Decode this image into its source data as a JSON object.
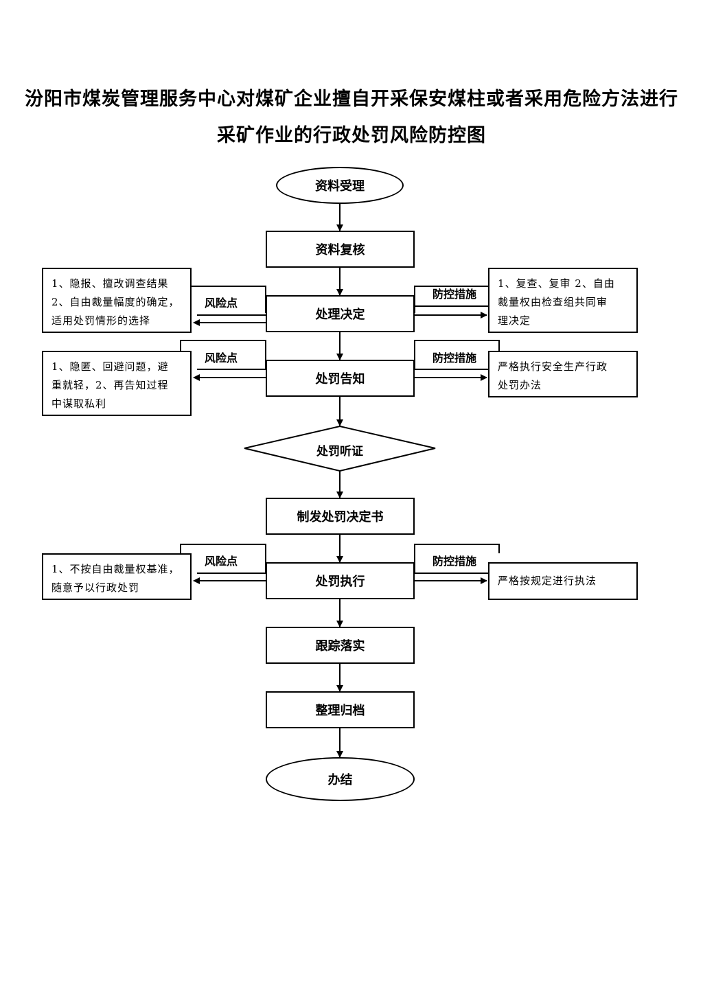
{
  "title": {
    "line1": "汾阳市煤炭管理服务中心对煤矿企业擅自开采保安煤柱或者采用危险方法进行",
    "line2": "采矿作业的行政处罚风险防控图"
  },
  "flow": {
    "start": "资料受理",
    "review": "资料复核",
    "decision": "处理决定",
    "notice": "处罚告知",
    "hearing": "处罚听证",
    "issue": "制发处罚决定书",
    "execute": "处罚执行",
    "track": "跟踪落实",
    "archive": "整理归档",
    "end": "办结"
  },
  "labels": {
    "risk": "风险点",
    "control": "防控措施"
  },
  "risks": {
    "decision": [
      "1、隐报、擅改调查结果",
      "2、自由裁量幅度的确定，",
      "适用处罚情形的选择"
    ],
    "notice": [
      "1、隐匿、回避问题，避",
      "重就轻，2、再告知过程",
      "中谋取私利"
    ],
    "execute": [
      "1、不按自由裁量权基准，",
      "随意予以行政处罚"
    ]
  },
  "controls": {
    "decision": [
      "1、复查、复审 2、自由",
      "裁量权由检查组共同审",
      "理决定"
    ],
    "notice": [
      "严格执行安全生产行政",
      "处罚办法"
    ],
    "execute": [
      "严格按规定进行执法"
    ]
  }
}
